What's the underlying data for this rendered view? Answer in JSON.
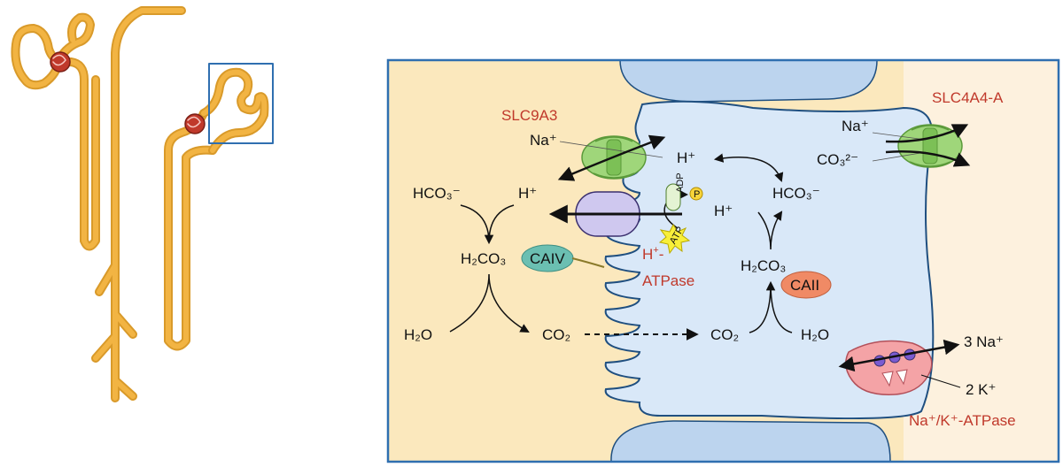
{
  "figure": {
    "transporters": {
      "slc9a3": "SLC9A3",
      "slc4a4": "SLC4A4-A",
      "h_atpase_line1": "H",
      "h_atpase_plus": "+",
      "h_atpase_dash": "-",
      "h_atpase_line2": "ATPase",
      "nak_atpase": "Na⁺/K⁺-ATPase"
    },
    "ions": {
      "na": "Na⁺",
      "h_inside": "H⁺",
      "h_inside2": "H⁺",
      "h_lumen": "H⁺",
      "co3": "CO₃²⁻",
      "hco3_lumen": "HCO₃⁻",
      "hco3_cell": "HCO₃⁻",
      "na3": "3 Na⁺",
      "k2": "2 K⁺"
    },
    "molecules": {
      "h2co3_lumen": "H₂CO₃",
      "h2co3_cell": "H₂CO₃",
      "h2o_lumen": "H₂O",
      "h2o_cell": "H₂O",
      "co2_lumen": "CO₂",
      "co2_cell": "CO₂",
      "adp": "ADP",
      "p": "P",
      "atp": "ATP"
    },
    "enzymes": {
      "caiv": "CAIV",
      "caii": "CAII"
    }
  },
  "colors": {
    "lumen": "#fbe8bd",
    "cell": "#d9e8f8",
    "cell_border": "#1f4f80",
    "interstitium": "#fdf1de",
    "frame": "#2f6fb0",
    "nephron": "#f2b443",
    "nephron_outline": "#d99a2a",
    "glomerulus": "#c0392b",
    "slc_green": "#9fd67a",
    "h_atpase": "#cfc8ef",
    "caiv": "#6bbfb2",
    "caii": "#f08a65",
    "nak": "#f4a3a6",
    "label_red": "#c0392b"
  }
}
